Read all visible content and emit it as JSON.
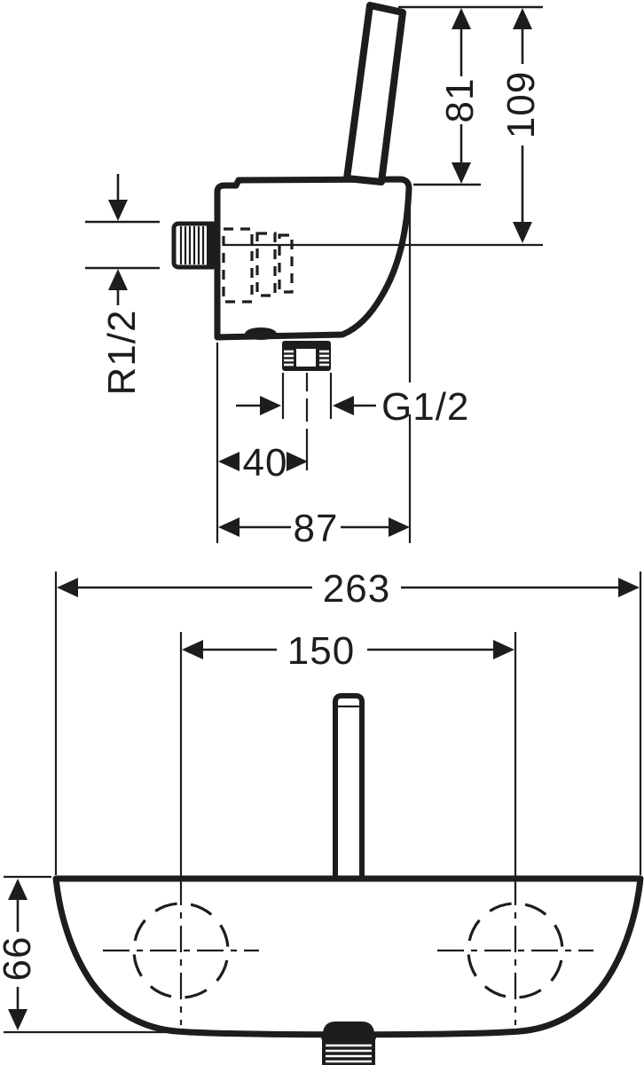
{
  "drawing": {
    "type": "technical-dimension-drawing",
    "colors": {
      "line": "#1d1d1b",
      "background": "#ffffff"
    },
    "side_view": {
      "dim_height_overall": "109",
      "dim_height_handle": "81",
      "dim_inlet_thread": "R1/2",
      "dim_outlet_thread": "G1/2",
      "dim_outlet_offset": "40",
      "dim_depth": "87"
    },
    "front_view": {
      "dim_width_overall": "263",
      "dim_connection_spacing": "150",
      "dim_body_height": "66"
    }
  }
}
